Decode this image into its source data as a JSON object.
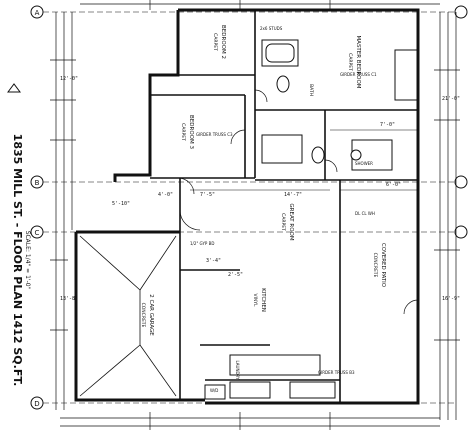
{
  "title": {
    "main": "1835 MILL ST. - FLOOR PLAN 1412 SQ.FT.",
    "scale": "SCALE: 1/4\" = 1'-0\""
  },
  "grid": {
    "rows": [
      "A",
      "B",
      "C",
      "D"
    ]
  },
  "rooms": {
    "bedroom2": {
      "name": "BEDROOM 2",
      "floor": "CARPET"
    },
    "bedroom3": {
      "name": "BEDROOM 3",
      "floor": "CARPET"
    },
    "master": {
      "name": "MASTER BEDROOM",
      "floor": "CARPET"
    },
    "great_room": {
      "name": "GREAT ROOM",
      "floor": "CARPET"
    },
    "garage": {
      "name": "2 CAR GARAGE",
      "floor": "CONCRETE"
    },
    "covered_patio": {
      "name": "COVERED PATIO",
      "floor": "CONCRETE"
    },
    "kitchen": {
      "name": "KITCHEN",
      "floor": "VINYL"
    },
    "bath": {
      "name": "BATH"
    },
    "laundry": {
      "name": "LAUNDRY"
    }
  },
  "trusses": {
    "t1": "GIRDER TRUSS C1",
    "t2": "GIRDER TRUSS C3",
    "t3": "GIRDER TRUSS B3"
  },
  "dimensions": {
    "d1": "7'-5\"",
    "d2": "14'-7\"",
    "d3": "6'-0\"",
    "d4": "4'-0\"",
    "d5": "7'-0\"",
    "d6": "12'-0\"",
    "d7": "13'-8\"",
    "d8": "21'-0\"",
    "d9": "16'-9\"",
    "d10": "5'-10\"",
    "d11": "2'-5\"",
    "d12": "3'-4\""
  },
  "notes": {
    "n1": "1/2\" GYP BD",
    "n2": "DL CL WH",
    "n3": "2x6 STUDS",
    "n4": "SHOWER",
    "n5": "W/D"
  },
  "colors": {
    "ink": "#111111",
    "paper": "#ffffff"
  }
}
